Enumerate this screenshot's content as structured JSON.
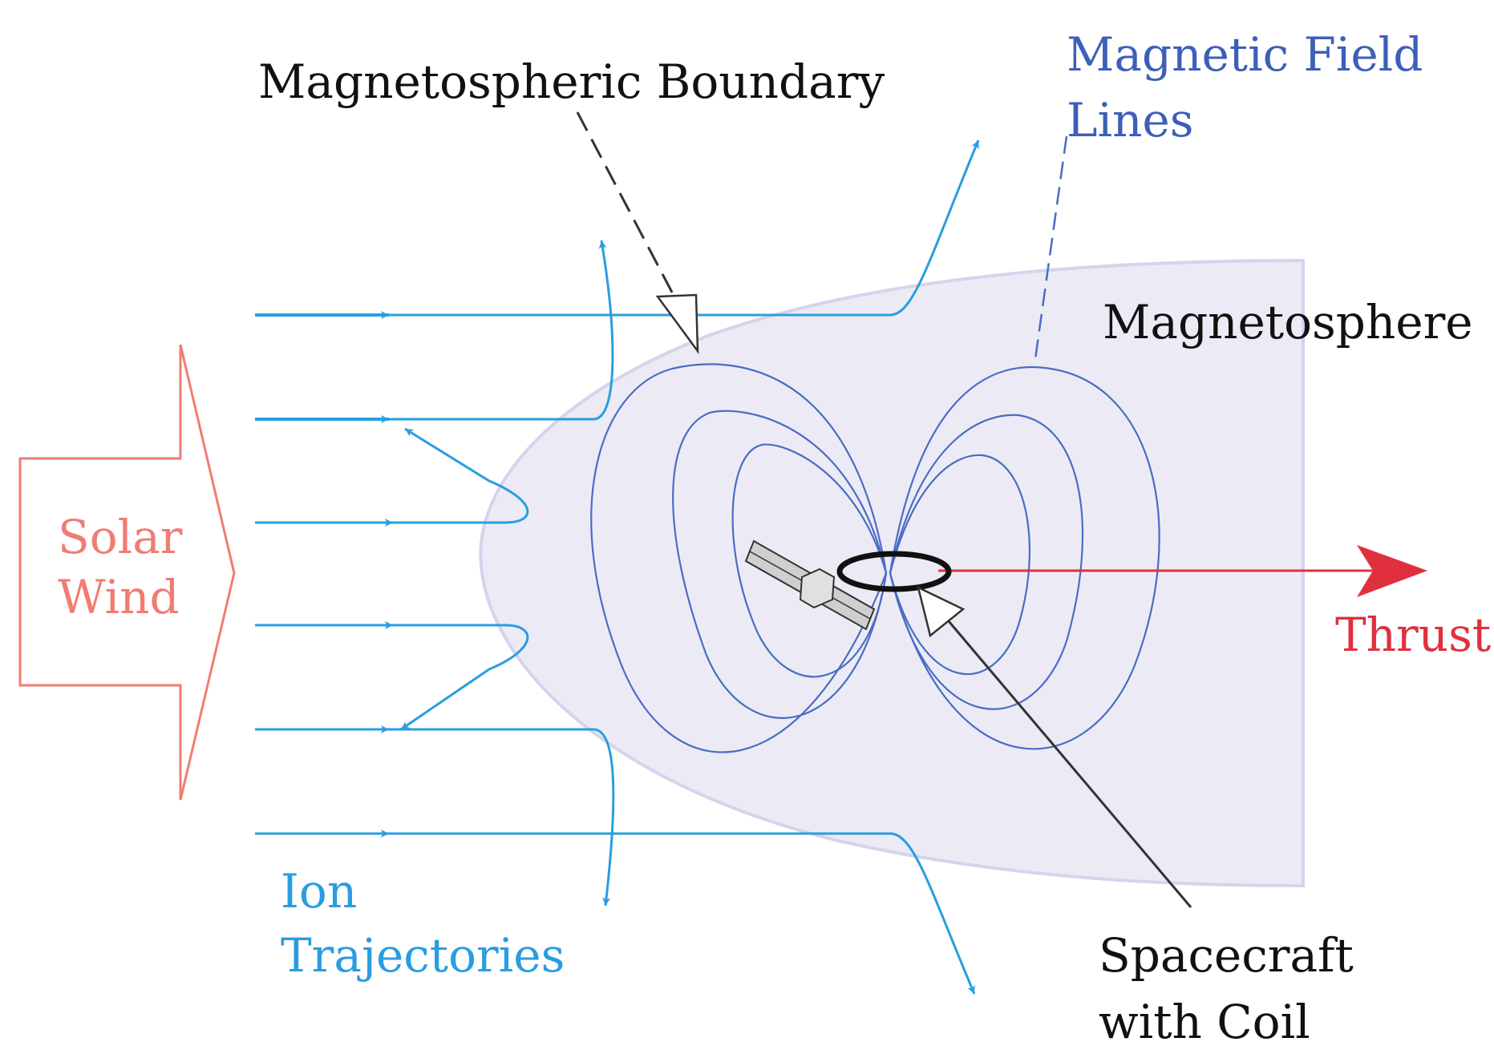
{
  "labels": {
    "magnetospheric_boundary": "Magnetospheric Boundary",
    "magnetic_field_lines": [
      "Magnetic Field",
      "Lines"
    ],
    "magnetosphere": "Magnetosphere",
    "solar_wind": [
      "Solar",
      "Wind"
    ],
    "thrust": "Thrust",
    "ion_trajectories": [
      "Ion",
      "Trajectories"
    ],
    "spacecraft_with_coil": [
      "Spacecraft",
      "with Coil"
    ]
  },
  "colors": {
    "ion": "#2a9de0",
    "field_lines": "#4a6cc4",
    "magnetosphere_fill": "#ecebf5",
    "magnetosphere_edge": "#d6d3ec",
    "solar_wind": "#f07c72",
    "thrust": "#e0303e",
    "pointer": "#333333"
  },
  "icons": {
    "solar_wind": "hollow-right-arrow",
    "spacecraft": "satellite-with-solar-panel",
    "coil": "ring"
  }
}
